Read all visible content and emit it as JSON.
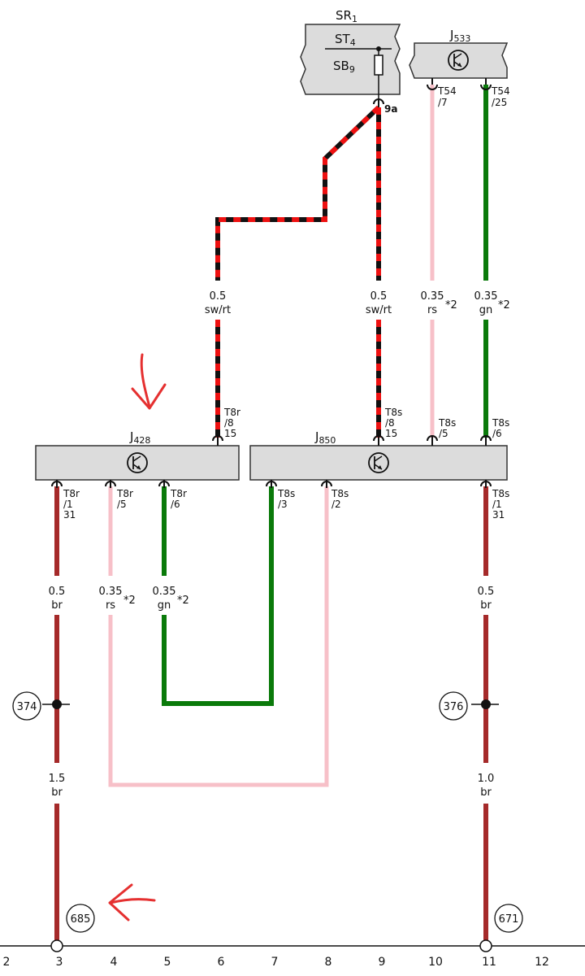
{
  "colors": {
    "sw_rt_black": "#111111",
    "sw_rt_red": "#ee1111",
    "rs": "#f7c0c8",
    "gn": "#0a7a0a",
    "br": "#a52a2a",
    "box_fill": "#dcdcdc",
    "box_stroke": "#333333",
    "annotation": "#e53030"
  },
  "components": {
    "sr1": {
      "name": "SR",
      "sub": "1",
      "st": "ST",
      "st_sub": "4",
      "sb": "SB",
      "sb_sub": "9",
      "pin": "9a"
    },
    "j533": {
      "name": "J",
      "sub": "533"
    },
    "j428": {
      "name": "J",
      "sub": "428"
    },
    "j850": {
      "name": "J",
      "sub": "850"
    }
  },
  "pins": {
    "t54_7": [
      "T54",
      "/7"
    ],
    "t54_25": [
      "T54",
      "/25"
    ],
    "j428_t8r_8_15": [
      "T8r",
      "/8",
      "15"
    ],
    "j850_t8s_8_15": [
      "T8s",
      "/8",
      "15"
    ],
    "j850_t8s_5": [
      "T8s",
      "/5"
    ],
    "j850_t8s_6": [
      "T8s",
      "/6"
    ],
    "j428_t8r_1_31": [
      "T8r",
      "/1",
      "31"
    ],
    "j428_t8r_5": [
      "T8r",
      "/5"
    ],
    "j428_t8r_6": [
      "T8r",
      "/6"
    ],
    "j850_t8s_3": [
      "T8s",
      "/3"
    ],
    "j850_t8s_2": [
      "T8s",
      "/2"
    ],
    "j850_t8s_1_31": [
      "T8s",
      "/1",
      "31"
    ]
  },
  "wires": {
    "w_swrt_left": {
      "size": "0.5",
      "color": "sw/rt"
    },
    "w_swrt_right": {
      "size": "0.5",
      "color": "sw/rt"
    },
    "w_rs_top": {
      "size": "0.35",
      "color": "rs",
      "note": "*2"
    },
    "w_gn_top": {
      "size": "0.35",
      "color": "gn",
      "note": "*2"
    },
    "w_br_left": {
      "size": "0.5",
      "color": "br"
    },
    "w_rs_bottom": {
      "size": "0.35",
      "color": "rs",
      "note": "*2"
    },
    "w_gn_bottom": {
      "size": "0.35",
      "color": "gn",
      "note": "*2"
    },
    "w_br_right": {
      "size": "0.5",
      "color": "br"
    },
    "w_br_left_low": {
      "size": "1.5",
      "color": "br"
    },
    "w_br_right_low": {
      "size": "1.0",
      "color": "br"
    }
  },
  "refs": {
    "r374": "374",
    "r376": "376",
    "r685": "685",
    "r671": "671"
  },
  "axis_numbers": [
    "2",
    "3",
    "4",
    "5",
    "6",
    "7",
    "8",
    "9",
    "10",
    "11",
    "12"
  ]
}
